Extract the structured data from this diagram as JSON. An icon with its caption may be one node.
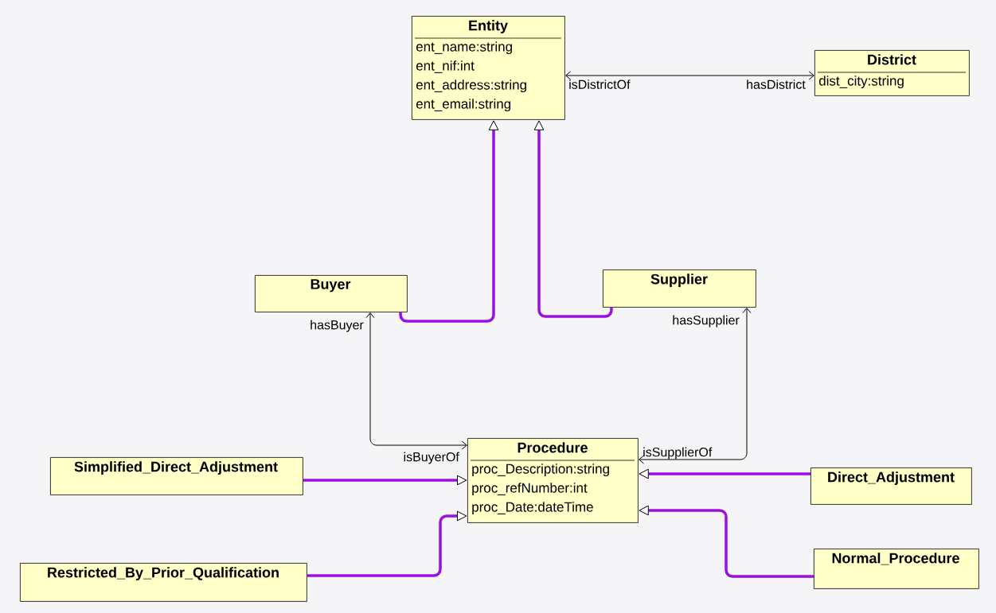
{
  "diagram": {
    "nodes": [
      {
        "text": [
          "Entity",
          "ent_name:string",
          "ent_nif:int",
          "ent_address:string",
          "ent_email:string"
        ]
      },
      {
        "text": [
          "District",
          "dist_city:string"
        ]
      },
      {
        "text": [
          "Buyer"
        ]
      },
      {
        "text": [
          "Supplier"
        ]
      },
      {
        "text": [
          "Procedure",
          "proc_Description:string",
          "proc_refNumber:int",
          "proc_Date:dateTime"
        ]
      },
      {
        "text": [
          "Simplified_Direct_Adjustment"
        ]
      },
      {
        "text": [
          "Direct_Adjustment"
        ]
      },
      {
        "text": [
          "Restricted_By_Prior_Qualification"
        ]
      },
      {
        "text": [
          "Normal_Procedure"
        ]
      }
    ],
    "edges": [
      {
        "from": 0,
        "to": 1,
        "arrow": "both",
        "color": "#000000"
      },
      {
        "from": 2,
        "to": 0,
        "arrow": "to"
      },
      {
        "from": 3,
        "to": 0,
        "arrow": "to"
      },
      {
        "from": 2,
        "to": 4,
        "arrow": "both",
        "color": "#000000"
      },
      {
        "from": 3,
        "to": 4,
        "arrow": "both",
        "color": "#000000"
      },
      {
        "from": 5,
        "to": 4,
        "arrow": "to"
      },
      {
        "from": 6,
        "to": 4,
        "arrow": "to"
      },
      {
        "from": 7,
        "to": 4,
        "arrow": "to"
      },
      {
        "from": 8,
        "to": 4,
        "arrow": "to"
      }
    ],
    "labels": [
      "isDistrictOf",
      "hasDistrict",
      "hasBuyer",
      "hasSupplier",
      "isBuyerOf",
      "isSupplierOf"
    ]
  }
}
